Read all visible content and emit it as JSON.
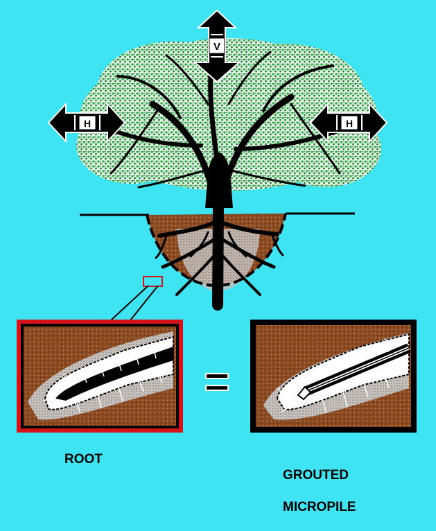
{
  "diagram": {
    "arrow_vertical_label": "V",
    "arrow_left_label": "H",
    "arrow_right_label": "H",
    "equals_sign": "="
  },
  "captions": {
    "root": "ROOT",
    "micropile_line1": "GROUTED",
    "micropile_line2": "MICROPILE"
  },
  "colors": {
    "background": "#3ee4f2",
    "foliage": "#2fb84a",
    "soil": "#8a4a22",
    "highlight_frame": "#d4141a",
    "ink": "#000000"
  }
}
